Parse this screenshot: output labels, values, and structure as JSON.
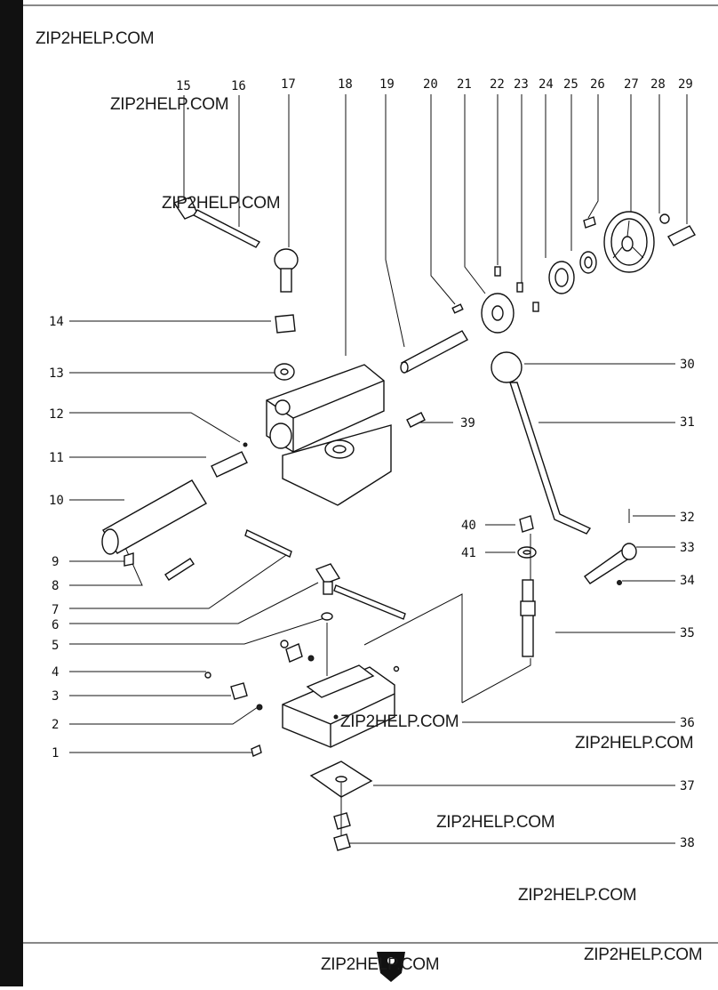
{
  "watermark": "ZIP2HELP.COM",
  "part_numbers": [
    "1",
    "2",
    "3",
    "4",
    "5",
    "6",
    "7",
    "8",
    "9",
    "10",
    "11",
    "12",
    "13",
    "14",
    "15",
    "16",
    "17",
    "18",
    "19",
    "20",
    "21",
    "22",
    "23",
    "24",
    "25",
    "26",
    "27",
    "28",
    "29",
    "30",
    "31",
    "32",
    "33",
    "34",
    "35",
    "36",
    "37",
    "38",
    "39",
    "40",
    "41"
  ]
}
